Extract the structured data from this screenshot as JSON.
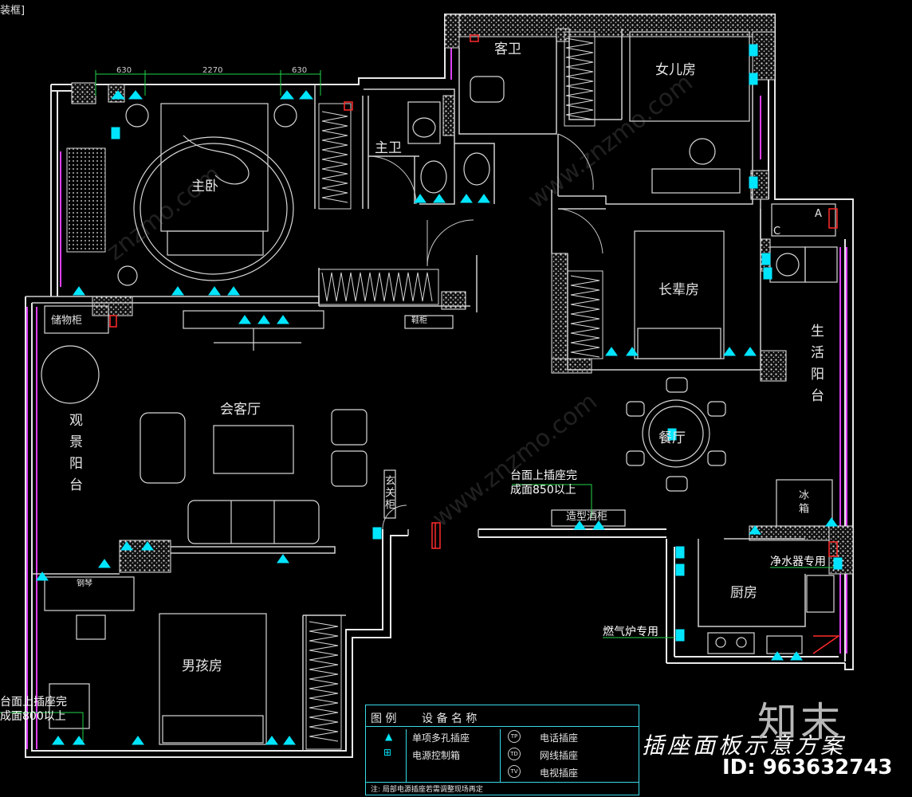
{
  "frame_label": "装框]",
  "rooms": {
    "guest_bath": "客卫",
    "daughter_room": "女儿房",
    "master_bedroom": "主卧",
    "master_bath": "主卫",
    "elder_room": "长辈房",
    "living_room": "会客厅",
    "dining_room": "餐厅",
    "view_balcony": "观景阳台",
    "living_balcony": "生活阳台",
    "boy_room": "男孩房",
    "kitchen": "厨房",
    "foyer_cabinet": "玄关柜",
    "storage_cabinet": "储物柜",
    "display_cabinet": "造型酒柜",
    "shoe_cabinet": "鞋柜",
    "fridge": "冰箱",
    "piano": "钢琴",
    "mark_a": "A",
    "mark_c": "C"
  },
  "dimensions": [
    "630",
    "2270",
    "630"
  ],
  "notes": {
    "counter_850": "台面上插座完\n成面850以上",
    "counter_800": "台面上插座完\n成面800以上",
    "water_purifier": "净水器专用",
    "gas_stove": "燃气炉专用"
  },
  "legend": {
    "col_legend": "图 例",
    "col_name": "设 备 名 称",
    "items": [
      {
        "name": "单项多孔插座",
        "symbol": "TP",
        "symbol_name": "电话插座"
      },
      {
        "name": "电源控制箱",
        "symbol": "TD",
        "symbol_name": "网线插座"
      },
      {
        "name": "",
        "symbol": "TV",
        "symbol_name": "电视插座"
      }
    ],
    "footnote": "注: 局部电源插座若需调整现场再定"
  },
  "title": "插座面板示意方案",
  "brand": "知末",
  "image_id": "ID: 963632743",
  "colors": {
    "wall": "#ffffff",
    "socket": "#00e5ff",
    "window": "#e040fb",
    "lines": "#c8c8c8",
    "accent_red": "#ff2a2a",
    "green": "#21d44a"
  }
}
